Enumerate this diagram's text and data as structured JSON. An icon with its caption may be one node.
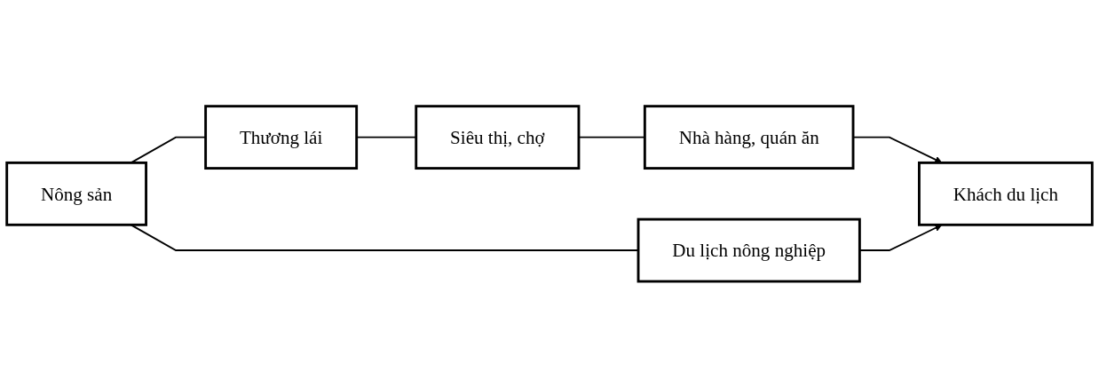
{
  "diagram": {
    "nodes": [
      {
        "text": [
          "Nông sản"
        ]
      },
      {
        "text": [
          "Thương lái"
        ]
      },
      {
        "text": [
          "Siêu thị, chợ"
        ]
      },
      {
        "text": [
          "Nhà hàng, quán ăn"
        ]
      },
      {
        "text": [
          "Khách du lịch"
        ]
      },
      {
        "text": [
          "Du lịch nông nghiệp"
        ]
      }
    ],
    "edges": [
      {
        "from": 0,
        "to": 1,
        "arrow": "none"
      },
      {
        "from": 1,
        "to": 2,
        "arrow": "none"
      },
      {
        "from": 2,
        "to": 3,
        "arrow": "none"
      },
      {
        "from": 3,
        "to": 4,
        "arrow": "to"
      },
      {
        "from": 0,
        "to": 5,
        "arrow": "none"
      },
      {
        "from": 5,
        "to": 4,
        "arrow": "to"
      }
    ]
  }
}
